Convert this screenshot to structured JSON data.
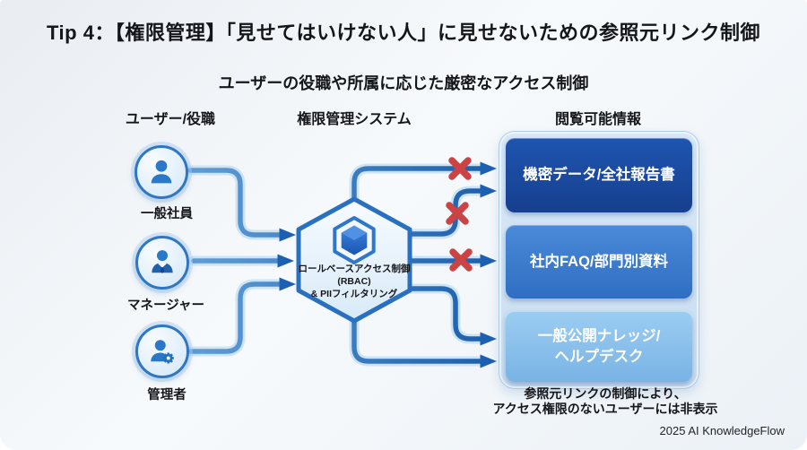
{
  "header": {
    "title": "Tip 4：【権限管理】「見せてはいけない人」に見せないための参照元リンク制御",
    "subtitle": "ユーザーの役職や所属に応じた厳密なアクセス制御"
  },
  "columns": {
    "users": "ユーザー/役職",
    "system": "権限管理システム",
    "viewable": "閲覧可能情報"
  },
  "users": [
    {
      "label": "一般社員",
      "icon": "person-icon"
    },
    {
      "label": "マネージャー",
      "icon": "manager-icon"
    },
    {
      "label": "管理者",
      "icon": "admin-gear-icon"
    }
  ],
  "system": {
    "line1": "ロールベースアクセス制御",
    "line2": "(RBAC)",
    "line3": "& PIIフィルタリング",
    "icon": "cube-hexagon-icon"
  },
  "resources": [
    {
      "label": "機密データ/全社報告書",
      "color": "#1a4a9e"
    },
    {
      "label": "社内FAQ/部門別資料",
      "color": "#3b7fd0"
    },
    {
      "label": "一般公開ナレッジ/\nヘルプデスク",
      "color": "#85c0ea"
    }
  ],
  "blocked_marks": {
    "icon": "red-x-icon",
    "count": 3,
    "color": "#cb4343"
  },
  "note": "参照元リンクの制御により、\nアクセス権限のないユーザーには非表示",
  "footer": "2025 AI KnowledgeFlow",
  "colors": {
    "accent": "#1d5fb0",
    "arrow_light": "#6aa9de",
    "arrow_dark": "#1b5cab",
    "cross": "#cb4343"
  }
}
